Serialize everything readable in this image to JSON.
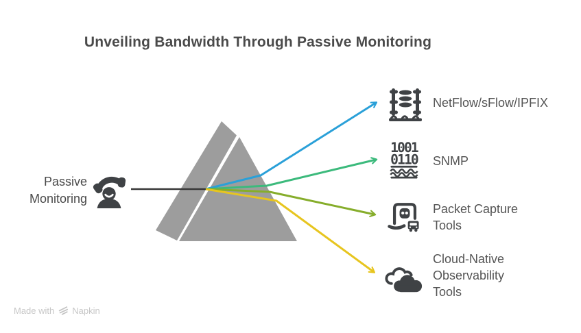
{
  "title": "Unveiling Bandwidth Through Passive Monitoring",
  "source": {
    "label": "Passive\nMonitoring",
    "icon": "support-person-icon"
  },
  "items": [
    {
      "label": "NetFlow/sFlow/IPFIX",
      "icon": "flow-database-icon",
      "arrow_color": "#2aa0d8"
    },
    {
      "label": "SNMP",
      "icon": "binary-stream-icon",
      "arrow_color": "#3cba7c",
      "binary_rows": [
        "1001",
        "0110"
      ]
    },
    {
      "label": "Packet Capture\nTools",
      "icon": "packet-capture-icon",
      "arrow_color": "#86ad2b"
    },
    {
      "label": "Cloud-Native\nObservability\nTools",
      "icon": "cloud-icon",
      "arrow_color": "#e7c51f"
    }
  ],
  "footer": {
    "made_with": "Made with",
    "brand": "Napkin"
  },
  "colors": {
    "prism_gray": "#9d9d9d",
    "input_line": "#383838",
    "title_text": "#4a4a4a",
    "label_text": "#545454",
    "icon_dark": "#3f4245",
    "netflow_arrow": "#2aa0d8",
    "snmp_arrow": "#3cba7c",
    "packet_arrow": "#86ad2b",
    "cloud_arrow": "#e7c51f",
    "footer_text": "#c7c7c7"
  }
}
